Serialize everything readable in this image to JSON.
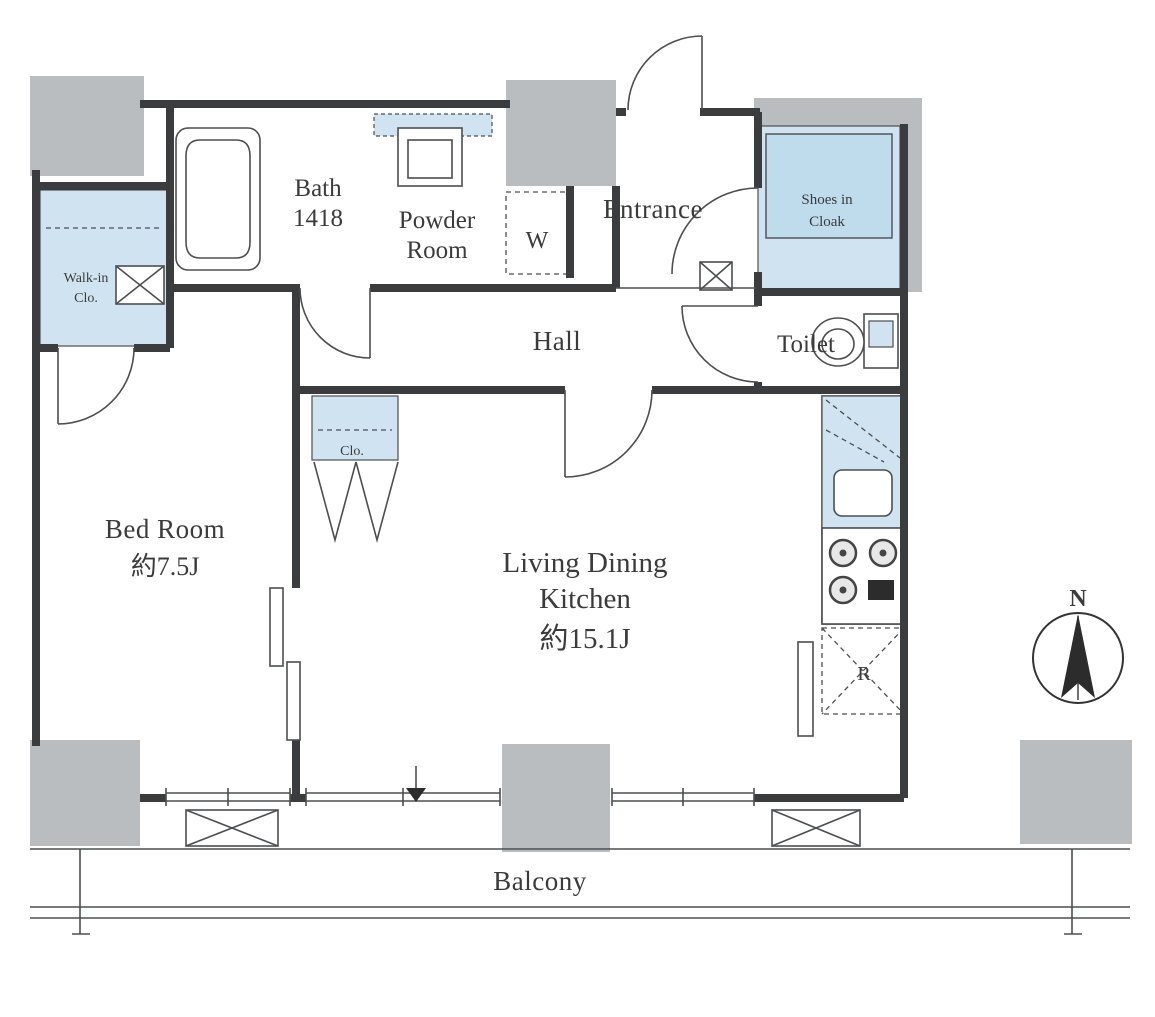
{
  "colors": {
    "wall": "#3a3c3e",
    "line": "#4c4e50",
    "column": "#b9bdc0",
    "blue": "#cfe4f0",
    "blue-inner": "#bfdcec",
    "text": "#3b3b3b"
  },
  "rooms": {
    "bath": {
      "name": "Bath",
      "size": "1418"
    },
    "powder": {
      "line1": "Powder",
      "line2": "Room"
    },
    "washer": {
      "label": "W"
    },
    "entrance": {
      "name": "Entrance"
    },
    "shoes_in_cloak": {
      "line1": "Shoes in",
      "line2": "Cloak"
    },
    "walk_in_closet": {
      "line1": "Walk-in",
      "line2": "Clo."
    },
    "hall": {
      "name": "Hall"
    },
    "toilet": {
      "name": "Toilet"
    },
    "closet": {
      "name": "Clo."
    },
    "bedroom": {
      "name": "Bed Room",
      "area": "約7.5J"
    },
    "ldk": {
      "line1": "Living Dining",
      "line2": "Kitchen",
      "area": "約15.1J"
    },
    "refrigerator": {
      "label": "R"
    },
    "balcony": {
      "name": "Balcony"
    }
  },
  "compass": {
    "north": "N"
  }
}
